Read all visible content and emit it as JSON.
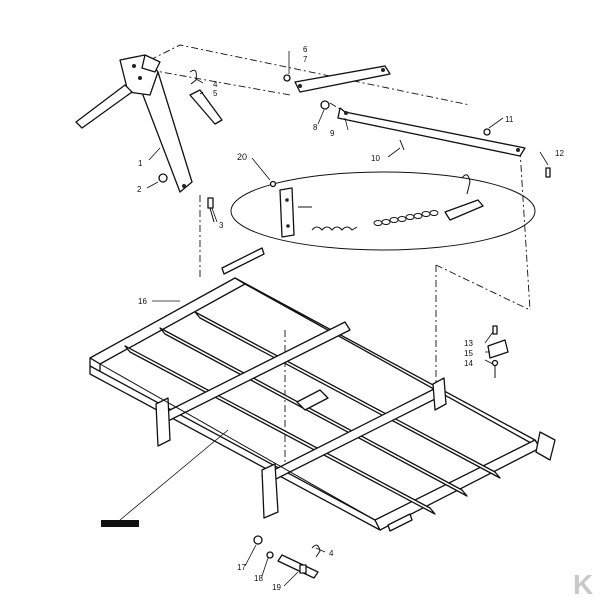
{
  "callouts": {
    "c1": "1",
    "c2": "2",
    "c3": "3",
    "c4a": "4",
    "c4b": "4",
    "c5": "5",
    "c6": "6",
    "c7": "7",
    "c8": "8",
    "c9": "9",
    "c10": "10",
    "c11": "11",
    "c12": "12",
    "c13": "13",
    "c14": "14",
    "c15": "15",
    "c16": "16",
    "c17": "17",
    "c18": "18",
    "c19": "19",
    "c20": "20"
  },
  "brand_logo": "K",
  "colors": {
    "ink": "#111111",
    "background": "#ffffff",
    "logo": "#c8c8c8"
  }
}
